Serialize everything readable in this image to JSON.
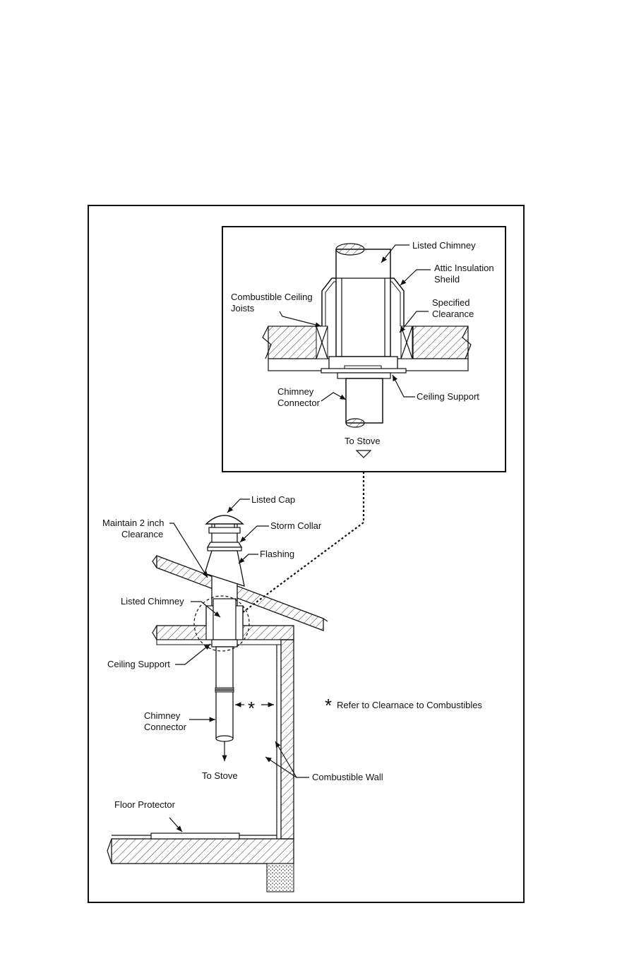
{
  "detail": {
    "listed_chimney": "Listed Chimney",
    "attic_shield_1": "Attic Insulation",
    "attic_shield_2": "Sheild",
    "joists_1": "Combustible Ceiling",
    "joists_2": "Joists",
    "clearance_1": "Specified",
    "clearance_2": "Clearance",
    "connector_1": "Chimney",
    "connector_2": "Connector",
    "ceiling_support": "Ceiling Support",
    "to_stove": "To Stove"
  },
  "main": {
    "listed_cap": "Listed Cap",
    "maintain_1": "Maintain 2 inch",
    "maintain_2": "Clearance",
    "storm_collar": "Storm Collar",
    "flashing": "Flashing",
    "listed_chimney": "Listed Chimney",
    "ceiling_support": "Ceiling Support",
    "connector_1": "Chimney",
    "connector_2": "Connector",
    "to_stove": "To Stove",
    "asterisk": "*",
    "note": "Refer to Clearnace to Combustibles",
    "combustible_wall": "Combustible Wall",
    "floor_protector": "Floor Protector"
  }
}
